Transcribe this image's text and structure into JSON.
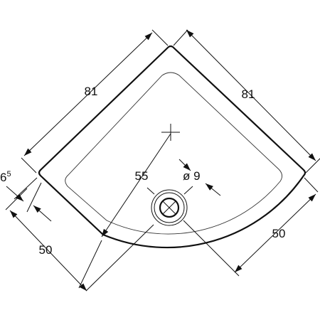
{
  "labels": {
    "width_left": "81",
    "width_right": "81",
    "drain_position": "55",
    "drain_diameter": "ø 9",
    "side_left": "50",
    "side_right": "50",
    "height_base": "6",
    "height_exp": "5"
  }
}
